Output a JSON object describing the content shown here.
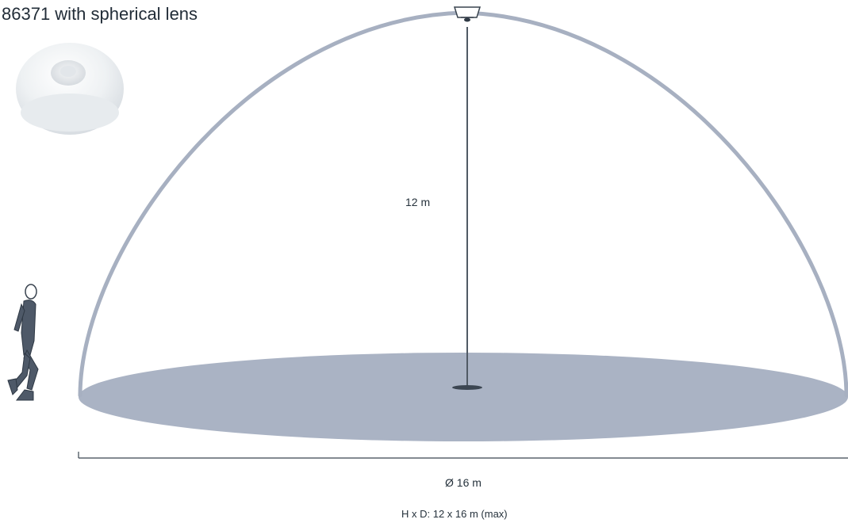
{
  "title": "86371 with spherical lens",
  "height_label": "12 m",
  "diameter_label": "Ø 16 m",
  "hxd_label": "H x D: 12 x 16 m (max)",
  "colors": {
    "dome_line": "#a7b0c1",
    "floor_ellipse": "#aab3c4",
    "mount_line": "#505a65",
    "figure": "#4e5968",
    "dimension_line": "#3a4550",
    "text": "#222d38"
  }
}
